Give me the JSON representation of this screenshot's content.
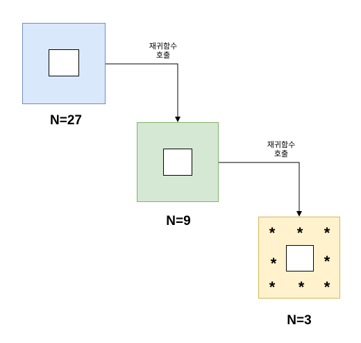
{
  "nodes": [
    {
      "label": "N=27",
      "fill": "#dae8fc",
      "stroke": "#6c8ebf"
    },
    {
      "label": "N=9",
      "fill": "#d5e8d4",
      "stroke": "#82b366"
    },
    {
      "label": "N=3",
      "fill": "#fff2cc",
      "stroke": "#d6b656"
    }
  ],
  "edges": [
    {
      "label": "재귀함수\n호출"
    },
    {
      "label": "재귀함수\n호출"
    }
  ],
  "star_symbol": "*"
}
